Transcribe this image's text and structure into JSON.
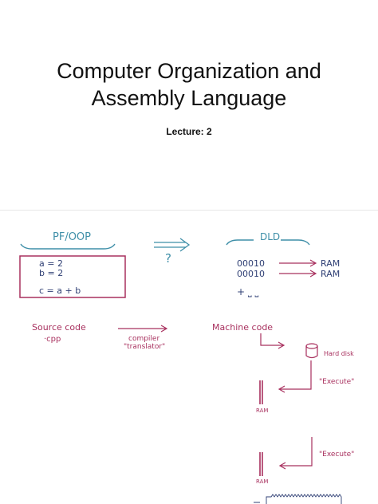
{
  "slide": {
    "title_line1": "Computer Organization and",
    "title_line2": "Assembly Language",
    "subtitle": "Lecture: 2"
  },
  "whiteboard": {
    "left_heading": "PF/OOP",
    "question_mark": "?",
    "right_heading": "DLD",
    "code_lines": [
      "a  =  2",
      "b  =  2",
      "c  =  a + b"
    ],
    "binary_rows": [
      {
        "bits": "00010",
        "target": "RAM"
      },
      {
        "bits": "00010",
        "target": "RAM"
      }
    ],
    "plus_row": "+ ⎵ ⎵",
    "source_code": "Source code",
    "cpp": "·cpp",
    "compiler": "compiler",
    "translator": "\"translator\"",
    "machine_code": "Machine code",
    "hard_disk": "Hard disk",
    "execute_1": "\"Execute\"",
    "ram_1": "RAM",
    "execute_2": "\"Execute\"",
    "ram_2": "RAM"
  },
  "colors": {
    "ink_teal": "#3f8fa8",
    "ink_maroon": "#a8305e",
    "ink_navy": "#2f3f74"
  }
}
